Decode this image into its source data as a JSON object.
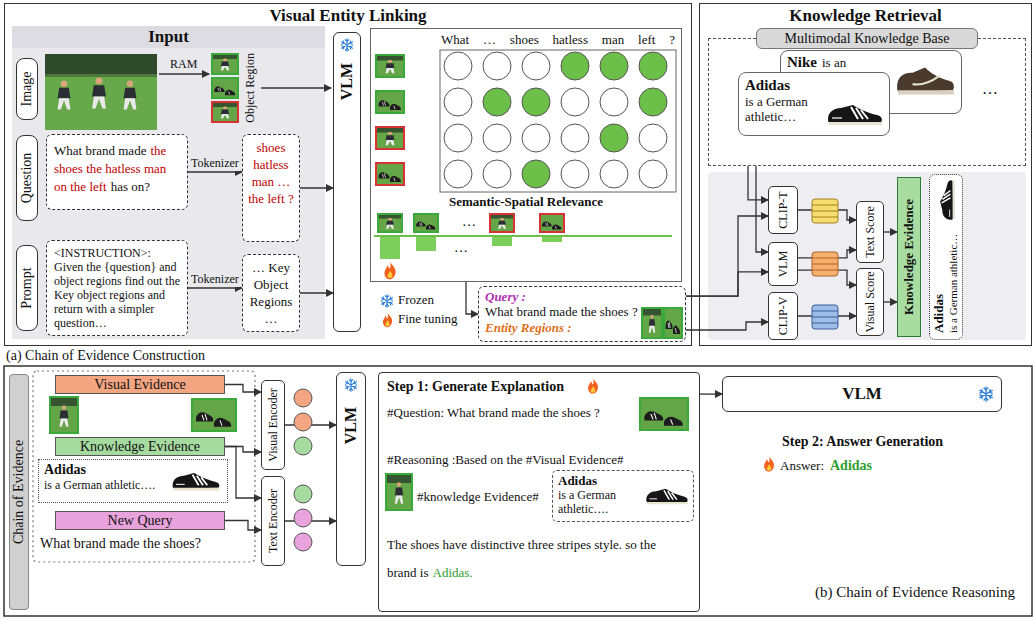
{
  "diagram": {
    "nodes": [
      {
        "text": [
          "Visual Entity Linking"
        ]
      },
      {
        "text": [
          "Input"
        ],
        "in": 0
      },
      {
        "text": [
          "Image"
        ],
        "in": 1
      },
      {
        "text": [
          "Question"
        ],
        "in": 1
      },
      {
        "text": [
          "Prompt"
        ],
        "in": 1
      },
      {
        "text": [
          "What brand made",
          "the shoes the hatless man on the left",
          "has on?"
        ],
        "in": 1
      },
      {
        "text": [
          "shoes hatless man … the left ?"
        ],
        "in": 1
      },
      {
        "text": [
          "<INSTRUCTION>: Given the {question} and object regions find out the Key object regions and return with a simpler question…"
        ],
        "in": 1
      },
      {
        "text": [
          "… Key Object Regions …"
        ],
        "in": 1
      },
      {
        "text": [
          "VLM"
        ],
        "in": 0
      },
      {
        "text": [
          "What … shoes hatless man left ?",
          "Semantic-Spatial Relevance"
        ],
        "in": 0
      },
      {
        "text": [
          "Query :",
          "What brand made the shoes ?",
          "Entity Regions :"
        ],
        "in": 0
      },
      {
        "text": [
          "Knowledge Retrieval"
        ]
      },
      {
        "text": [
          "Multimodal Knowledge Base"
        ],
        "in": 12
      },
      {
        "text": [
          "Nike",
          "is an"
        ],
        "in": 13
      },
      {
        "text": [
          "Adidas",
          "is a German athletic…"
        ],
        "in": 13
      },
      {
        "text": [
          "CLIP-T"
        ],
        "in": 12
      },
      {
        "text": [
          "VLM"
        ],
        "in": 12
      },
      {
        "text": [
          "CLIP-V"
        ],
        "in": 12
      },
      {
        "text": [
          "Text Score"
        ],
        "in": 12
      },
      {
        "text": [
          "Visual Score"
        ],
        "in": 12
      },
      {
        "text": [
          "Knowledge Evidence"
        ],
        "in": 12
      },
      {
        "text": [
          "Adidas",
          "is a German athletic…"
        ],
        "in": 12
      },
      {
        "text": [
          "Chain of Evidence"
        ]
      },
      {
        "text": [
          "Visual Evidence"
        ]
      },
      {
        "text": [
          "Knowledge Evidence"
        ]
      },
      {
        "text": [
          "Adidas",
          "is a German athletic…."
        ]
      },
      {
        "text": [
          "New Query"
        ]
      },
      {
        "text": [
          "Visual Encoder"
        ]
      },
      {
        "text": [
          "Text Encoder"
        ]
      },
      {
        "text": [
          "VLM"
        ]
      },
      {
        "text": [
          "Step 1: Generate Explanation",
          "#Question: What brand made the shoes ?",
          "#Reasoning :Based on the #Visual Evidence#",
          "#knowledge Evidence#",
          "The shoes have distinctive three stripes style. so the brand is",
          "Adidas."
        ]
      },
      {
        "text": [
          "Adidas",
          "is a German athletic…."
        ],
        "in": 31
      },
      {
        "text": [
          "VLM"
        ]
      }
    ],
    "edges": [
      {
        "from": 5,
        "to": 6,
        "label": "Tokenizer",
        "arrow": "to"
      },
      {
        "from": 7,
        "to": 8,
        "label": "Tokenizer",
        "arrow": "to"
      },
      {
        "from": 6,
        "to": 9,
        "arrow": "to"
      },
      {
        "from": 8,
        "to": 9,
        "arrow": "to"
      },
      {
        "from": 10,
        "to": 11,
        "arrow": "to"
      },
      {
        "from": 11,
        "to": 16,
        "arrow": "to"
      },
      {
        "from": 11,
        "to": 17,
        "arrow": "to"
      },
      {
        "from": 11,
        "to": 18,
        "arrow": "to"
      },
      {
        "from": 13,
        "to": 16,
        "arrow": "to"
      },
      {
        "from": 13,
        "to": 17,
        "arrow": "to"
      },
      {
        "from": 16,
        "to": 19,
        "arrow": "to"
      },
      {
        "from": 17,
        "to": 19,
        "arrow": "to"
      },
      {
        "from": 17,
        "to": 20,
        "arrow": "to"
      },
      {
        "from": 18,
        "to": 20,
        "arrow": "to"
      },
      {
        "from": 19,
        "to": 21,
        "arrow": "to"
      },
      {
        "from": 20,
        "to": 21,
        "arrow": "to"
      },
      {
        "from": 24,
        "to": 28,
        "arrow": "to"
      },
      {
        "from": 25,
        "to": 28,
        "arrow": "to"
      },
      {
        "from": 25,
        "to": 29,
        "arrow": "to"
      },
      {
        "from": 27,
        "to": 29,
        "arrow": "to"
      },
      {
        "from": 28,
        "to": 30,
        "arrow": "to"
      },
      {
        "from": 29,
        "to": 30,
        "arrow": "to"
      },
      {
        "from": 31,
        "to": 33,
        "arrow": "to"
      }
    ],
    "labels": [
      "RAM",
      "Object Region",
      "…",
      "…",
      "…",
      "(a) Chain of Evidence Construction",
      "What brand made the shoes?",
      "Step 2: Answer Generation",
      "Answer:",
      "Adidas",
      "(b) Chain of Evidence Reasoning"
    ],
    "legend": [
      {
        "text": "Frozen"
      },
      {
        "text": "Fine tuning"
      }
    ]
  }
}
